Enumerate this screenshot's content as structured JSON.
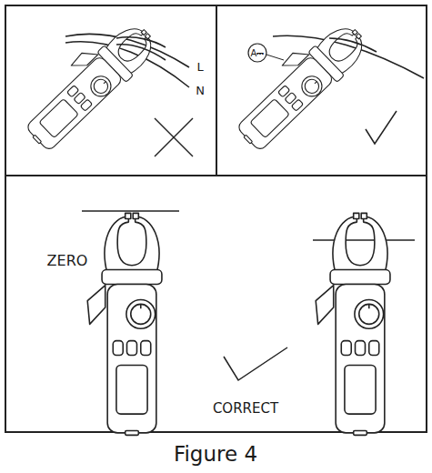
{
  "diagram": {
    "caption": "Figure 4",
    "labels": [
      "L",
      "N",
      "A⎓",
      "ZERO",
      "CORRECT"
    ]
  }
}
